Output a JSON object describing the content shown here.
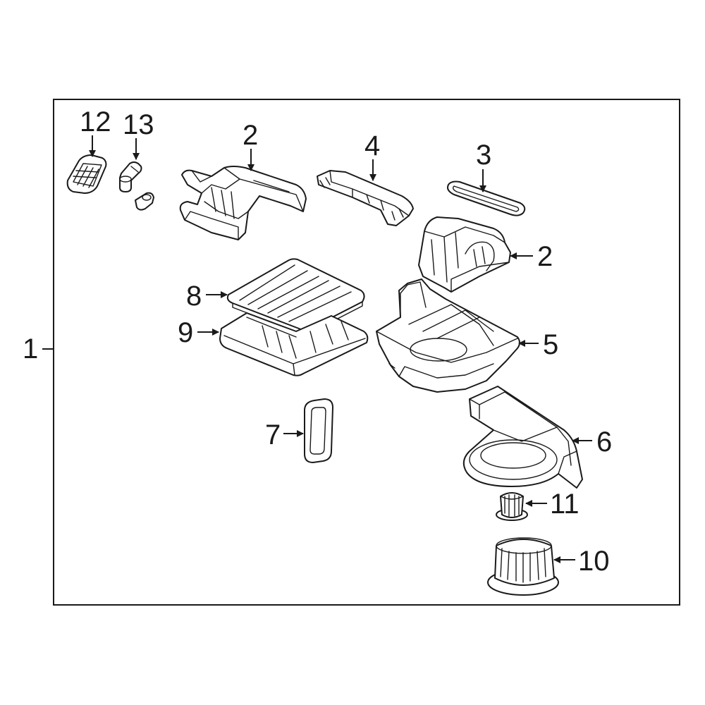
{
  "callouts": {
    "c1": "1",
    "c2a": "2",
    "c2b": "2",
    "c3": "3",
    "c4": "4",
    "c5": "5",
    "c6": "6",
    "c7": "7",
    "c8": "8",
    "c9": "9",
    "c10": "10",
    "c11": "11",
    "c12": "12",
    "c13": "13"
  },
  "colors": {
    "highlight_fill": "#3a5bc7",
    "highlight_stroke": "#1a1a1a",
    "line": "#1a1a1a",
    "background": "#ffffff"
  },
  "highlighted_part": "8"
}
